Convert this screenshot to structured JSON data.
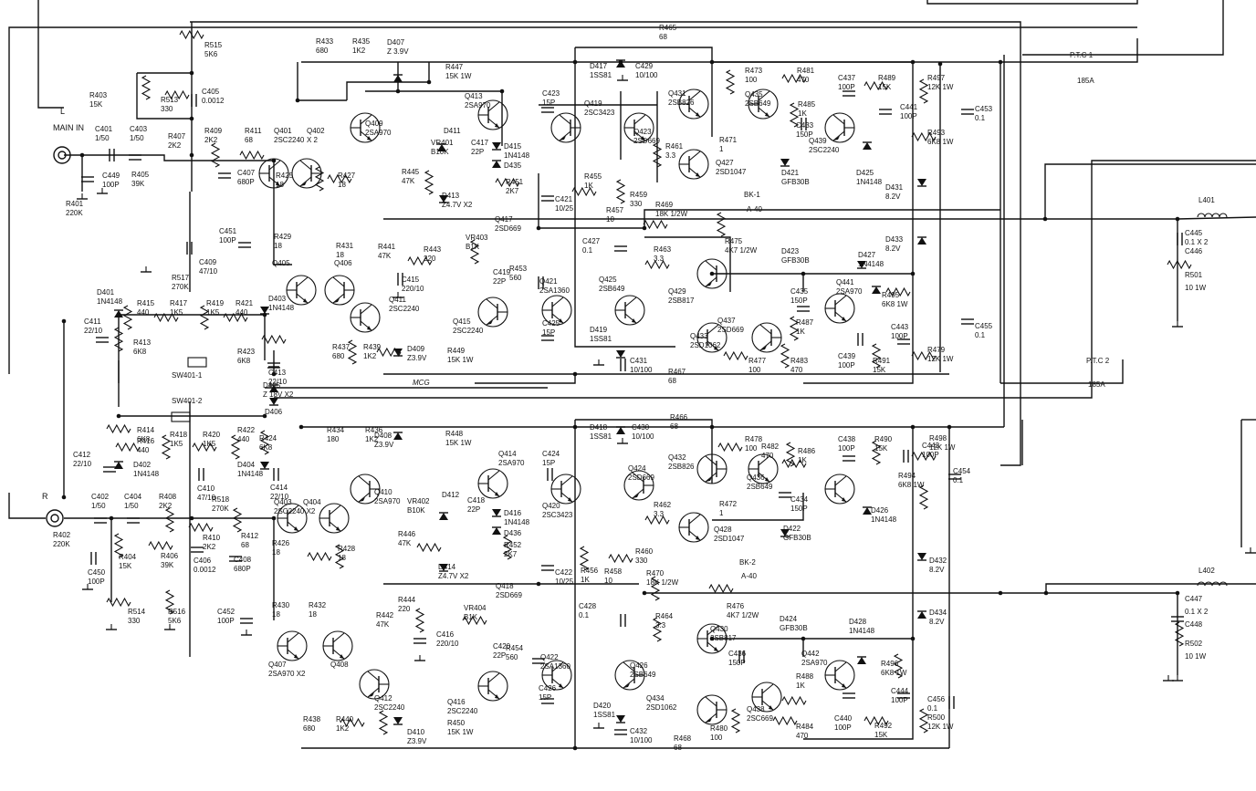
{
  "inputs": {
    "main_in": "MAIN IN",
    "left": "L",
    "right": "R"
  },
  "outputs": {
    "ptc1": "P.T.C 1",
    "ptc1_val": "185A",
    "ptc2": "P.T.C 2",
    "ptc2_val": "185A",
    "l401": "L401",
    "l402": "L402",
    "bk1": "BK-1",
    "bk1_val": "A-40",
    "bk2": "BK-2",
    "bk2_val": "A-40",
    "c445": "C445",
    "c445_val": "0.1 X 2",
    "c446": "C446",
    "c447": "C447",
    "c447_val": "0.1 X 2",
    "c448": "C448",
    "r501": "R501",
    "r501_val": "10 1W",
    "r502": "R502",
    "r502_val": "10 1W"
  },
  "top_channel": [
    {
      "ref": "R515",
      "val": "5K6"
    },
    {
      "ref": "R513",
      "val": "330"
    },
    {
      "ref": "R403",
      "val": "15K"
    },
    {
      "ref": "C401",
      "val": "1/50"
    },
    {
      "ref": "C403",
      "val": "1/50"
    },
    {
      "ref": "R407",
      "val": "2K2"
    },
    {
      "ref": "R405",
      "val": "39K"
    },
    {
      "ref": "C449",
      "val": "100P"
    },
    {
      "ref": "R401",
      "val": "220K"
    },
    {
      "ref": "C405",
      "val": "0.0012"
    },
    {
      "ref": "R409",
      "val": "2K2"
    },
    {
      "ref": "R411",
      "val": "68"
    },
    {
      "ref": "C407",
      "val": "680P"
    },
    {
      "ref": "Q401",
      "val": "2SC2240"
    },
    {
      "ref": "Q402",
      "val": "X 2"
    },
    {
      "ref": "R425",
      "val": "18"
    },
    {
      "ref": "R427",
      "val": "18"
    },
    {
      "ref": "R433",
      "val": "680"
    },
    {
      "ref": "R435",
      "val": "1K2"
    },
    {
      "ref": "D407",
      "val": "Z 3.9V"
    },
    {
      "ref": "R447",
      "val": "15K 1W"
    },
    {
      "ref": "Q409",
      "val": "2SA970"
    },
    {
      "ref": "Q413",
      "val": "2SA970"
    },
    {
      "ref": "VR401",
      "val": "B10K"
    },
    {
      "ref": "D411",
      "val": ""
    },
    {
      "ref": "C417",
      "val": "22P"
    },
    {
      "ref": "D415",
      "val": "1N4148"
    },
    {
      "ref": "D435",
      "val": ""
    },
    {
      "ref": "R445",
      "val": "47K"
    },
    {
      "ref": "D413",
      "val": "Z4.7V X2"
    },
    {
      "ref": "R451",
      "val": "2K7"
    },
    {
      "ref": "Q417",
      "val": "2SD669"
    },
    {
      "ref": "C451",
      "val": "100P"
    },
    {
      "ref": "R429",
      "val": "18"
    },
    {
      "ref": "R431",
      "val": "18"
    },
    {
      "ref": "R441",
      "val": "47K"
    },
    {
      "ref": "R443",
      "val": "220"
    },
    {
      "ref": "C415",
      "val": "220/10"
    },
    {
      "ref": "VR403",
      "val": "B1K"
    },
    {
      "ref": "R453",
      "val": "560"
    },
    {
      "ref": "C419",
      "val": "22P"
    },
    {
      "ref": "C409",
      "val": "47/10"
    },
    {
      "ref": "R517",
      "val": "270K"
    },
    {
      "ref": "Q405",
      "val": ""
    },
    {
      "ref": "Q406",
      "val": ""
    },
    {
      "ref": "D403",
      "val": "1N4148"
    },
    {
      "ref": "Q411",
      "val": "2SC2240"
    },
    {
      "ref": "Q415",
      "val": "2SC2240"
    },
    {
      "ref": "D401",
      "val": "1N4148"
    },
    {
      "ref": "R415",
      "val": "440"
    },
    {
      "ref": "R417",
      "val": "1K5"
    },
    {
      "ref": "R419",
      "val": "1K5"
    },
    {
      "ref": "R421",
      "val": "440"
    },
    {
      "ref": "C411",
      "val": "22/10"
    },
    {
      "ref": "R413",
      "val": "6K8"
    },
    {
      "ref": "R423",
      "val": "6K8"
    },
    {
      "ref": "C413",
      "val": "22/10"
    },
    {
      "ref": "SW401-1",
      "val": ""
    },
    {
      "ref": "R437",
      "val": "680"
    },
    {
      "ref": "R439",
      "val": "1K2"
    },
    {
      "ref": "D409",
      "val": "Z3.9V"
    },
    {
      "ref": "R449",
      "val": "15K 1W"
    },
    {
      "ref": "D417",
      "val": "1SS81"
    },
    {
      "ref": "C429",
      "val": "10/100"
    },
    {
      "ref": "R465",
      "val": "68"
    },
    {
      "ref": "C423",
      "val": "15P"
    },
    {
      "ref": "Q419",
      "val": "2SC3423"
    },
    {
      "ref": "Q423",
      "val": "2SD669"
    },
    {
      "ref": "R455",
      "val": "1K"
    },
    {
      "ref": "C421",
      "val": "10/25"
    },
    {
      "ref": "R457",
      "val": "10"
    },
    {
      "ref": "R459",
      "val": "330"
    },
    {
      "ref": "R461",
      "val": "3.3"
    },
    {
      "ref": "Q427",
      "val": "2SD1047"
    },
    {
      "ref": "R469",
      "val": "18K 1/2W"
    },
    {
      "ref": "R475",
      "val": "4K7 1/2W"
    },
    {
      "ref": "C427",
      "val": "0.1"
    },
    {
      "ref": "R463",
      "val": "3.3"
    },
    {
      "ref": "Q429",
      "val": "2SB817"
    },
    {
      "ref": "Q421",
      "val": "2SA1360"
    },
    {
      "ref": "Q425",
      "val": "2SB649"
    },
    {
      "ref": "C425",
      "val": "15P"
    },
    {
      "ref": "D419",
      "val": "1SS81"
    },
    {
      "ref": "C431",
      "val": "10/100"
    },
    {
      "ref": "R467",
      "val": "68"
    },
    {
      "ref": "Q431",
      "val": "2SB826"
    },
    {
      "ref": "R473",
      "val": "100"
    },
    {
      "ref": "Q435",
      "val": "2SB649"
    },
    {
      "ref": "R481",
      "val": "470"
    },
    {
      "ref": "R485",
      "val": "1K"
    },
    {
      "ref": "C437",
      "val": "100P"
    },
    {
      "ref": "R489",
      "val": "15K"
    },
    {
      "ref": "C441",
      "val": "100P"
    },
    {
      "ref": "R497",
      "val": "12K 1W"
    },
    {
      "ref": "C433",
      "val": "150P"
    },
    {
      "ref": "Q439",
      "val": "2SC2240"
    },
    {
      "ref": "R493",
      "val": "6K8 1W"
    },
    {
      "ref": "R471",
      "val": "1"
    },
    {
      "ref": "D421",
      "val": "GFB30B"
    },
    {
      "ref": "D425",
      "val": "1N4148"
    },
    {
      "ref": "D431",
      "val": "8.2V"
    },
    {
      "ref": "D433",
      "val": "8.2V"
    },
    {
      "ref": "C453",
      "val": "0.1"
    },
    {
      "ref": "D423",
      "val": "GFB30B"
    },
    {
      "ref": "D427",
      "val": "1N4148"
    },
    {
      "ref": "Q441",
      "val": "2SA970"
    },
    {
      "ref": "R495",
      "val": "6K8 1W"
    },
    {
      "ref": "C435",
      "val": "150P"
    },
    {
      "ref": "Q437",
      "val": "2SD669"
    },
    {
      "ref": "R487",
      "val": "1K"
    },
    {
      "ref": "C443",
      "val": "100P"
    },
    {
      "ref": "Q433",
      "val": "2SD1062"
    },
    {
      "ref": "R477",
      "val": "100"
    },
    {
      "ref": "R483",
      "val": "470"
    },
    {
      "ref": "C439",
      "val": "100P"
    },
    {
      "ref": "R491",
      "val": "15K"
    },
    {
      "ref": "R479",
      "val": "12K 1W"
    },
    {
      "ref": "C455",
      "val": "0.1"
    }
  ],
  "bottom_channel": [
    {
      "ref": "D405",
      "val": "Z 18V X2"
    },
    {
      "ref": "D406",
      "val": ""
    },
    {
      "ref": "SW401-2",
      "val": ""
    },
    {
      "ref": "R414",
      "val": "6K8"
    },
    {
      "ref": "R416",
      "val": "440"
    },
    {
      "ref": "R418",
      "val": "1K5"
    },
    {
      "ref": "R420",
      "val": "1K5"
    },
    {
      "ref": "R422",
      "val": "440"
    },
    {
      "ref": "R424",
      "val": "6K8"
    },
    {
      "ref": "C412",
      "val": "22/10"
    },
    {
      "ref": "D402",
      "val": "1N4148"
    },
    {
      "ref": "D404",
      "val": "1N4148"
    },
    {
      "ref": "C414",
      "val": "22/10"
    },
    {
      "ref": "C402",
      "val": "1/50"
    },
    {
      "ref": "C404",
      "val": "1/50"
    },
    {
      "ref": "R408",
      "val": "2K2"
    },
    {
      "ref": "R406",
      "val": "39K"
    },
    {
      "ref": "R404",
      "val": "15K"
    },
    {
      "ref": "R402",
      "val": "220K"
    },
    {
      "ref": "C450",
      "val": "100P"
    },
    {
      "ref": "C410",
      "val": "47/10"
    },
    {
      "ref": "R518",
      "val": "270K"
    },
    {
      "ref": "R410",
      "val": "2K2"
    },
    {
      "ref": "R412",
      "val": "68"
    },
    {
      "ref": "C408",
      "val": "680P"
    },
    {
      "ref": "C406",
      "val": "0.0012"
    },
    {
      "ref": "R514",
      "val": "330"
    },
    {
      "ref": "R516",
      "val": "5K6"
    },
    {
      "ref": "Q403",
      "val": "2SC2240 X2"
    },
    {
      "ref": "Q404",
      "val": ""
    },
    {
      "ref": "R426",
      "val": "18"
    },
    {
      "ref": "R428",
      "val": "18"
    },
    {
      "ref": "R434",
      "val": "180"
    },
    {
      "ref": "R436",
      "val": "1K2"
    },
    {
      "ref": "D408",
      "val": "Z3.9V"
    },
    {
      "ref": "Q410",
      "val": "2SA970"
    },
    {
      "ref": "R448",
      "val": "15K 1W"
    },
    {
      "ref": "Q414",
      "val": "2SA970"
    },
    {
      "ref": "VR402",
      "val": "B10K"
    },
    {
      "ref": "D412",
      "val": ""
    },
    {
      "ref": "C418",
      "val": "22P"
    },
    {
      "ref": "D416",
      "val": "1N4148"
    },
    {
      "ref": "D436",
      "val": ""
    },
    {
      "ref": "R446",
      "val": "47K"
    },
    {
      "ref": "D414",
      "val": "Z4.7V X2"
    },
    {
      "ref": "R452",
      "val": "2K7"
    },
    {
      "ref": "Q418",
      "val": "2SD669"
    },
    {
      "ref": "C452",
      "val": "100P"
    },
    {
      "ref": "R430",
      "val": "18"
    },
    {
      "ref": "R432",
      "val": "18"
    },
    {
      "ref": "R442",
      "val": "47K"
    },
    {
      "ref": "R444",
      "val": "220"
    },
    {
      "ref": "C416",
      "val": "220/10"
    },
    {
      "ref": "VR404",
      "val": "B1K"
    },
    {
      "ref": "R454",
      "val": "560"
    },
    {
      "ref": "C420",
      "val": "22P"
    },
    {
      "ref": "Q407",
      "val": "2SA970 X2"
    },
    {
      "ref": "Q408",
      "val": ""
    },
    {
      "ref": "Q412",
      "val": "2SC2240"
    },
    {
      "ref": "Q416",
      "val": "2SC2240"
    },
    {
      "ref": "R438",
      "val": "680"
    },
    {
      "ref": "R440",
      "val": "1K2"
    },
    {
      "ref": "D410",
      "val": "Z3.9V"
    },
    {
      "ref": "R450",
      "val": "15K 1W"
    },
    {
      "ref": "D418",
      "val": "1SS81"
    },
    {
      "ref": "C430",
      "val": "10/100"
    },
    {
      "ref": "R466",
      "val": "68"
    },
    {
      "ref": "C424",
      "val": "15P"
    },
    {
      "ref": "Q420",
      "val": "2SC3423"
    },
    {
      "ref": "Q424",
      "val": "2SD669"
    },
    {
      "ref": "R456",
      "val": "1K"
    },
    {
      "ref": "C422",
      "val": "10/25"
    },
    {
      "ref": "R458",
      "val": "10"
    },
    {
      "ref": "R460",
      "val": "330"
    },
    {
      "ref": "R462",
      "val": "3.3"
    },
    {
      "ref": "Q428",
      "val": "2SD1047"
    },
    {
      "ref": "R470",
      "val": "18K 1/2W"
    },
    {
      "ref": "R476",
      "val": "4K7 1/2W"
    },
    {
      "ref": "C428",
      "val": "0.1"
    },
    {
      "ref": "R464",
      "val": "3.3"
    },
    {
      "ref": "Q430",
      "val": "2SB817"
    },
    {
      "ref": "Q422",
      "val": "2SA1360"
    },
    {
      "ref": "Q426",
      "val": "2SB649"
    },
    {
      "ref": "C426",
      "val": "15P"
    },
    {
      "ref": "D420",
      "val": "1SS81"
    },
    {
      "ref": "C432",
      "val": "10/100"
    },
    {
      "ref": "R468",
      "val": "68"
    },
    {
      "ref": "Q432",
      "val": "2SB826"
    },
    {
      "ref": "R478",
      "val": "100"
    },
    {
      "ref": "Q436",
      "val": "2SB649"
    },
    {
      "ref": "R482",
      "val": "470"
    },
    {
      "ref": "R486",
      "val": "1K"
    },
    {
      "ref": "C438",
      "val": "100P"
    },
    {
      "ref": "R490",
      "val": "15K"
    },
    {
      "ref": "C443b",
      "val": "100P"
    },
    {
      "ref": "R498",
      "val": "12K 1W"
    },
    {
      "ref": "C434",
      "val": "150P"
    },
    {
      "ref": "R494",
      "val": "6K8 1W"
    },
    {
      "ref": "R472",
      "val": "1"
    },
    {
      "ref": "D422",
      "val": "GFB30B"
    },
    {
      "ref": "D426",
      "val": "1N4148"
    },
    {
      "ref": "C454",
      "val": "0.1"
    },
    {
      "ref": "D432",
      "val": "8.2V"
    },
    {
      "ref": "D434",
      "val": "8.2V"
    },
    {
      "ref": "D424",
      "val": "GFB30B"
    },
    {
      "ref": "D428",
      "val": "1N4148"
    },
    {
      "ref": "Q442",
      "val": "2SA970"
    },
    {
      "ref": "R496",
      "val": "6K8 1W"
    },
    {
      "ref": "C436",
      "val": "150P"
    },
    {
      "ref": "Q434",
      "val": "2SD1062"
    },
    {
      "ref": "Q438",
      "val": "2SC669"
    },
    {
      "ref": "R488",
      "val": "1K"
    },
    {
      "ref": "R480",
      "val": "100"
    },
    {
      "ref": "R484",
      "val": "470"
    },
    {
      "ref": "C440",
      "val": "100P"
    },
    {
      "ref": "R492",
      "val": "15K"
    },
    {
      "ref": "C444",
      "val": "100P"
    },
    {
      "ref": "R500",
      "val": "12K 1W"
    },
    {
      "ref": "C456",
      "val": "0.1"
    }
  ],
  "extra_text": {
    "handwritten": "MCG"
  }
}
